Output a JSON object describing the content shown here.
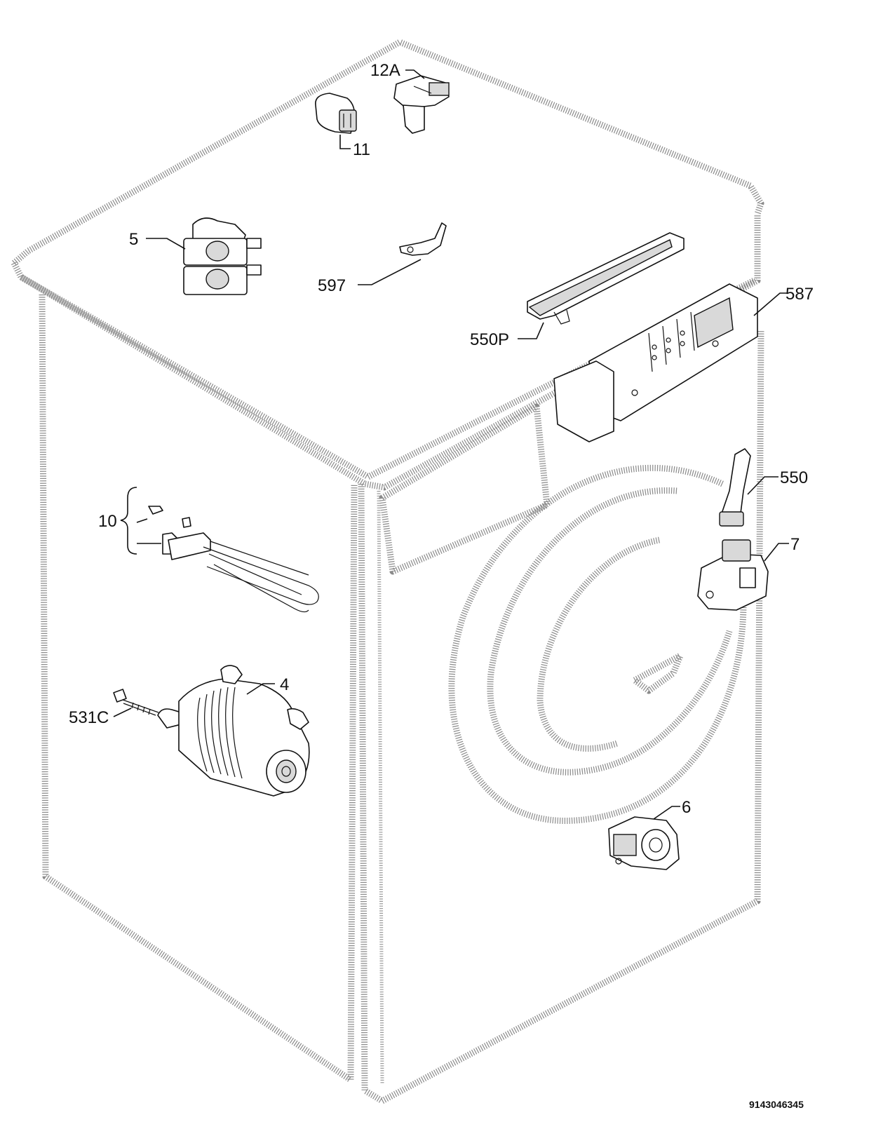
{
  "callouts": [
    {
      "id": "12A",
      "label": "12A"
    },
    {
      "id": "11",
      "label": "11"
    },
    {
      "id": "5",
      "label": "5"
    },
    {
      "id": "597",
      "label": "597"
    },
    {
      "id": "587",
      "label": "587"
    },
    {
      "id": "550P",
      "label": "550P"
    },
    {
      "id": "550",
      "label": "550"
    },
    {
      "id": "7",
      "label": "7"
    },
    {
      "id": "10",
      "label": "10"
    },
    {
      "id": "4",
      "label": "4"
    },
    {
      "id": "531C",
      "label": "531C"
    },
    {
      "id": "6",
      "label": "6"
    }
  ],
  "document_number": "9143046345"
}
